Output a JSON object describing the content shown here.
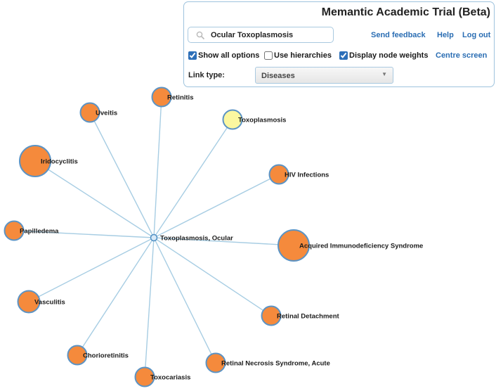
{
  "app": {
    "title": "Memantic Academic Trial (Beta)"
  },
  "search": {
    "value": "Ocular Toxoplasmosis"
  },
  "nav": {
    "send_feedback": "Send feedback",
    "help": "Help",
    "logout": "Log out",
    "centre_screen": "Centre screen"
  },
  "options": {
    "show_all": {
      "label": "Show all options",
      "checked": true
    },
    "use_hierarchies": {
      "label": "Use hierarchies",
      "checked": false
    },
    "display_weights": {
      "label": "Display node weights",
      "checked": true
    }
  },
  "link_type": {
    "label": "Link type:",
    "value": "Diseases"
  },
  "graph": {
    "colors": {
      "edge": "#a7cde3",
      "node_fill": "#f58a3c",
      "node_stroke": "#5b93c4",
      "highlight_fill": "#fbf7a0",
      "center_fill": "#d7e9f7"
    },
    "center": {
      "label": "Toxoplasmosis, Ocular"
    },
    "nodes": [
      {
        "label": "Retinitis",
        "weight": 2
      },
      {
        "label": "Uveitis",
        "weight": 2
      },
      {
        "label": "Toxoplasmosis",
        "weight": 2,
        "highlight": true
      },
      {
        "label": "Iridocyclitis",
        "weight": 4
      },
      {
        "label": "HIV Infections",
        "weight": 2
      },
      {
        "label": "Papilledema",
        "weight": 2
      },
      {
        "label": "Acquired Immunodeficiency Syndrome",
        "weight": 4
      },
      {
        "label": "Vasculitis",
        "weight": 3
      },
      {
        "label": "Retinal Detachment",
        "weight": 2
      },
      {
        "label": "Chorioretinitis",
        "weight": 2
      },
      {
        "label": "Retinal Necrosis Syndrome, Acute",
        "weight": 2
      },
      {
        "label": "Toxocariasis",
        "weight": 2
      }
    ]
  }
}
